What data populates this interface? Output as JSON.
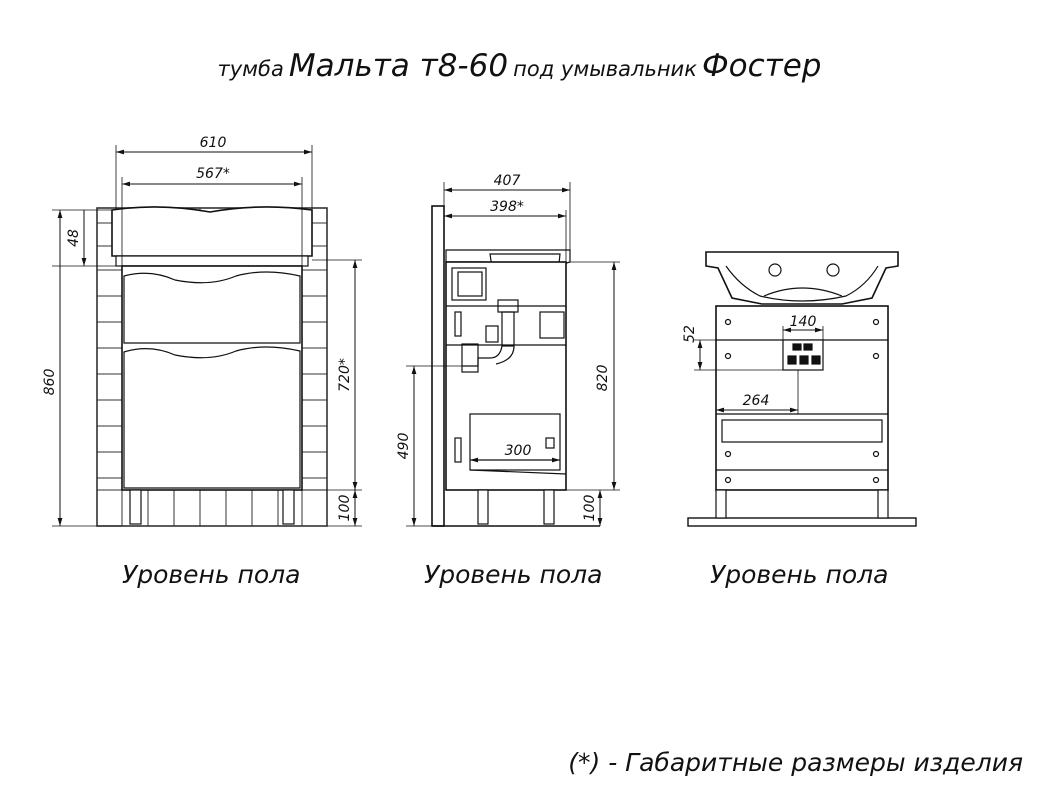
{
  "title": {
    "prefix": "тумба",
    "model": "Мальта т8-60",
    "middle": "под умывальник",
    "sink": "Фостер"
  },
  "front_view": {
    "width_overall": "610",
    "width_body": "567*",
    "height_top": "48",
    "height_overall": "860",
    "height_body": "720*",
    "height_legs": "100"
  },
  "side_view": {
    "depth_overall": "407",
    "depth_body": "398*",
    "height_overall": "820",
    "height_siphon": "490",
    "drawer_depth": "300",
    "height_legs": "100"
  },
  "back_view": {
    "cutout_height": "52",
    "cutout_width": "140",
    "cutout_offset": "264"
  },
  "floor_labels": [
    "Уровень пола",
    "Уровень пола",
    "Уровень пола"
  ],
  "note": "(*) - Габаритные размеры изделия"
}
